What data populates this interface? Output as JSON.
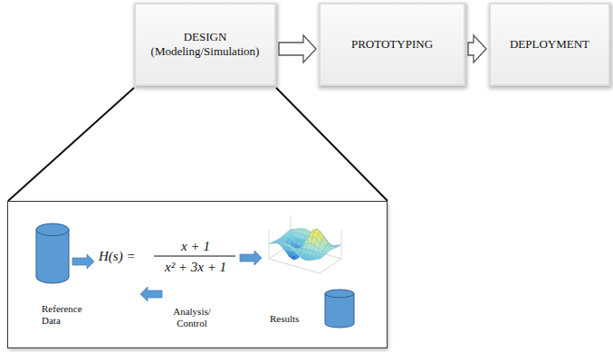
{
  "diagram": {
    "nodes": [
      {
        "text": [
          "DESIGN (Modeling/Simulation)"
        ]
      },
      {
        "text": [
          "PROTOTYPING"
        ]
      },
      {
        "text": [
          "DEPLOYMENT"
        ]
      },
      {
        "text": [
          "Analysis/ Control"
        ]
      },
      {
        "text": [
          "Reference Data"
        ],
        "in": 3
      },
      {
        "text": [
          "Results"
        ],
        "in": 3
      }
    ],
    "edges": [
      {
        "from": 0,
        "to": 1,
        "arrow": "to"
      },
      {
        "from": 1,
        "to": 2,
        "arrow": "to"
      }
    ],
    "labels": [
      "H(s) =",
      "x + 1",
      "x² + 3x + 1"
    ]
  }
}
